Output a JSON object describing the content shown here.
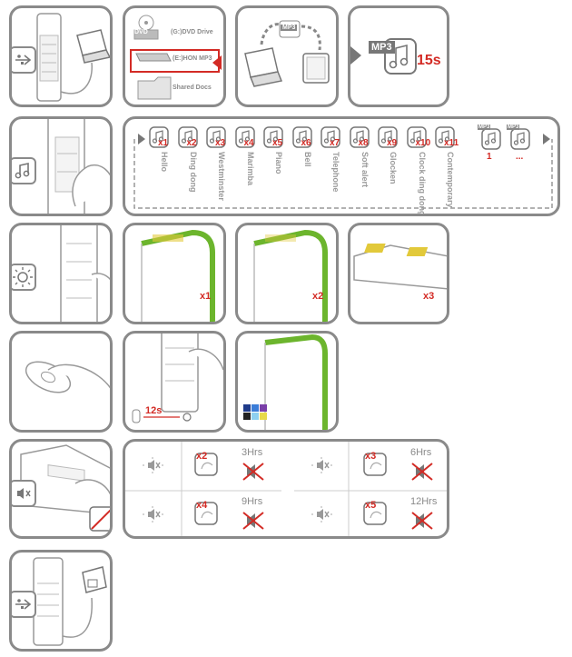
{
  "sources": {
    "dvd_label": "DVD",
    "dvd_drive": "(G:)DVD Drive",
    "hon_mp3": "(E:)HON MP3",
    "shared_docs": "Shared Docs"
  },
  "mp3": {
    "badge": "MP3",
    "duration": "15s"
  },
  "melodies": {
    "items": [
      {
        "name": "Hello",
        "mult": "x1"
      },
      {
        "name": "Ding dong",
        "mult": "x2"
      },
      {
        "name": "Westminster",
        "mult": "x3"
      },
      {
        "name": "Marimba",
        "mult": "x4"
      },
      {
        "name": "Piano",
        "mult": "x5"
      },
      {
        "name": "Bell",
        "mult": "x6"
      },
      {
        "name": "Telephone",
        "mult": "x7"
      },
      {
        "name": "Soft alert",
        "mult": "x8"
      },
      {
        "name": "Glocken",
        "mult": "x9"
      },
      {
        "name": "Clock ding dong",
        "mult": "x10"
      },
      {
        "name": "Contemporary",
        "mult": "x11"
      }
    ],
    "mp3_items": [
      {
        "badge": "MP3",
        "label": "1"
      },
      {
        "badge": "MP3",
        "label": "..."
      }
    ]
  },
  "light": {
    "modes": [
      "x1",
      "x2",
      "x3"
    ]
  },
  "reset": {
    "hold_time": "12s"
  },
  "mute": {
    "options": [
      {
        "mult": "x2",
        "hours": "3Hrs"
      },
      {
        "mult": "x3",
        "hours": "6Hrs"
      },
      {
        "mult": "x4",
        "hours": "9Hrs"
      },
      {
        "mult": "x5",
        "hours": "12Hrs"
      }
    ]
  },
  "colors": {
    "frame": "#8a8a8a",
    "accent": "#d32b25",
    "led": "#6cb52d",
    "glow": "#e2c93a"
  }
}
